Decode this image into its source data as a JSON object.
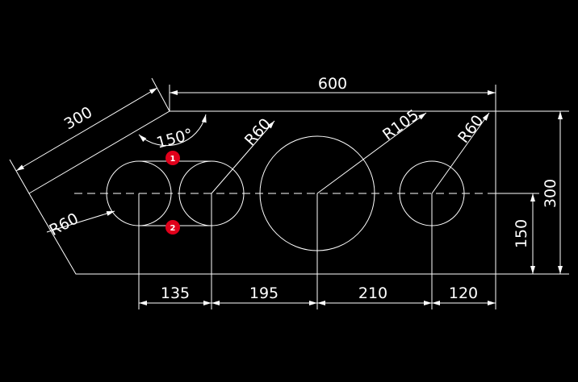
{
  "drawing": {
    "background_color": "#000000",
    "line_color": "#ffffff",
    "marker_color": "#e0001b",
    "dimensions": {
      "top_width": "600",
      "slant_length": "300",
      "angle": "150°",
      "right_height": "300",
      "center_height": "150",
      "spacing_1": "135",
      "spacing_2": "195",
      "spacing_3": "210",
      "spacing_4": "120"
    },
    "radii": {
      "left_circle": "R60",
      "slot_circle": "R60",
      "big_circle": "R105",
      "right_circle": "R60"
    },
    "markers": {
      "marker_1": "1",
      "marker_2": "2"
    }
  }
}
